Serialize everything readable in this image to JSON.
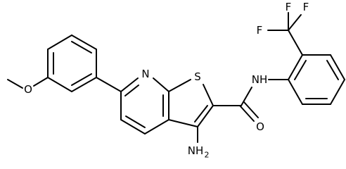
{
  "structure": {
    "atoms": [
      {
        "id": "F1",
        "text": "F"
      },
      {
        "id": "F2",
        "text": "F"
      },
      {
        "id": "F3",
        "text": "F"
      },
      {
        "id": "N_pyr",
        "text": "N"
      },
      {
        "id": "S",
        "text": "S"
      },
      {
        "id": "NH",
        "text": "NH"
      },
      {
        "id": "O_carbonyl",
        "text": "O"
      },
      {
        "id": "O_methoxy",
        "text": "O"
      },
      {
        "id": "NH2",
        "text": "NH"
      },
      {
        "id": "NH2_sub",
        "text": "2"
      }
    ]
  }
}
